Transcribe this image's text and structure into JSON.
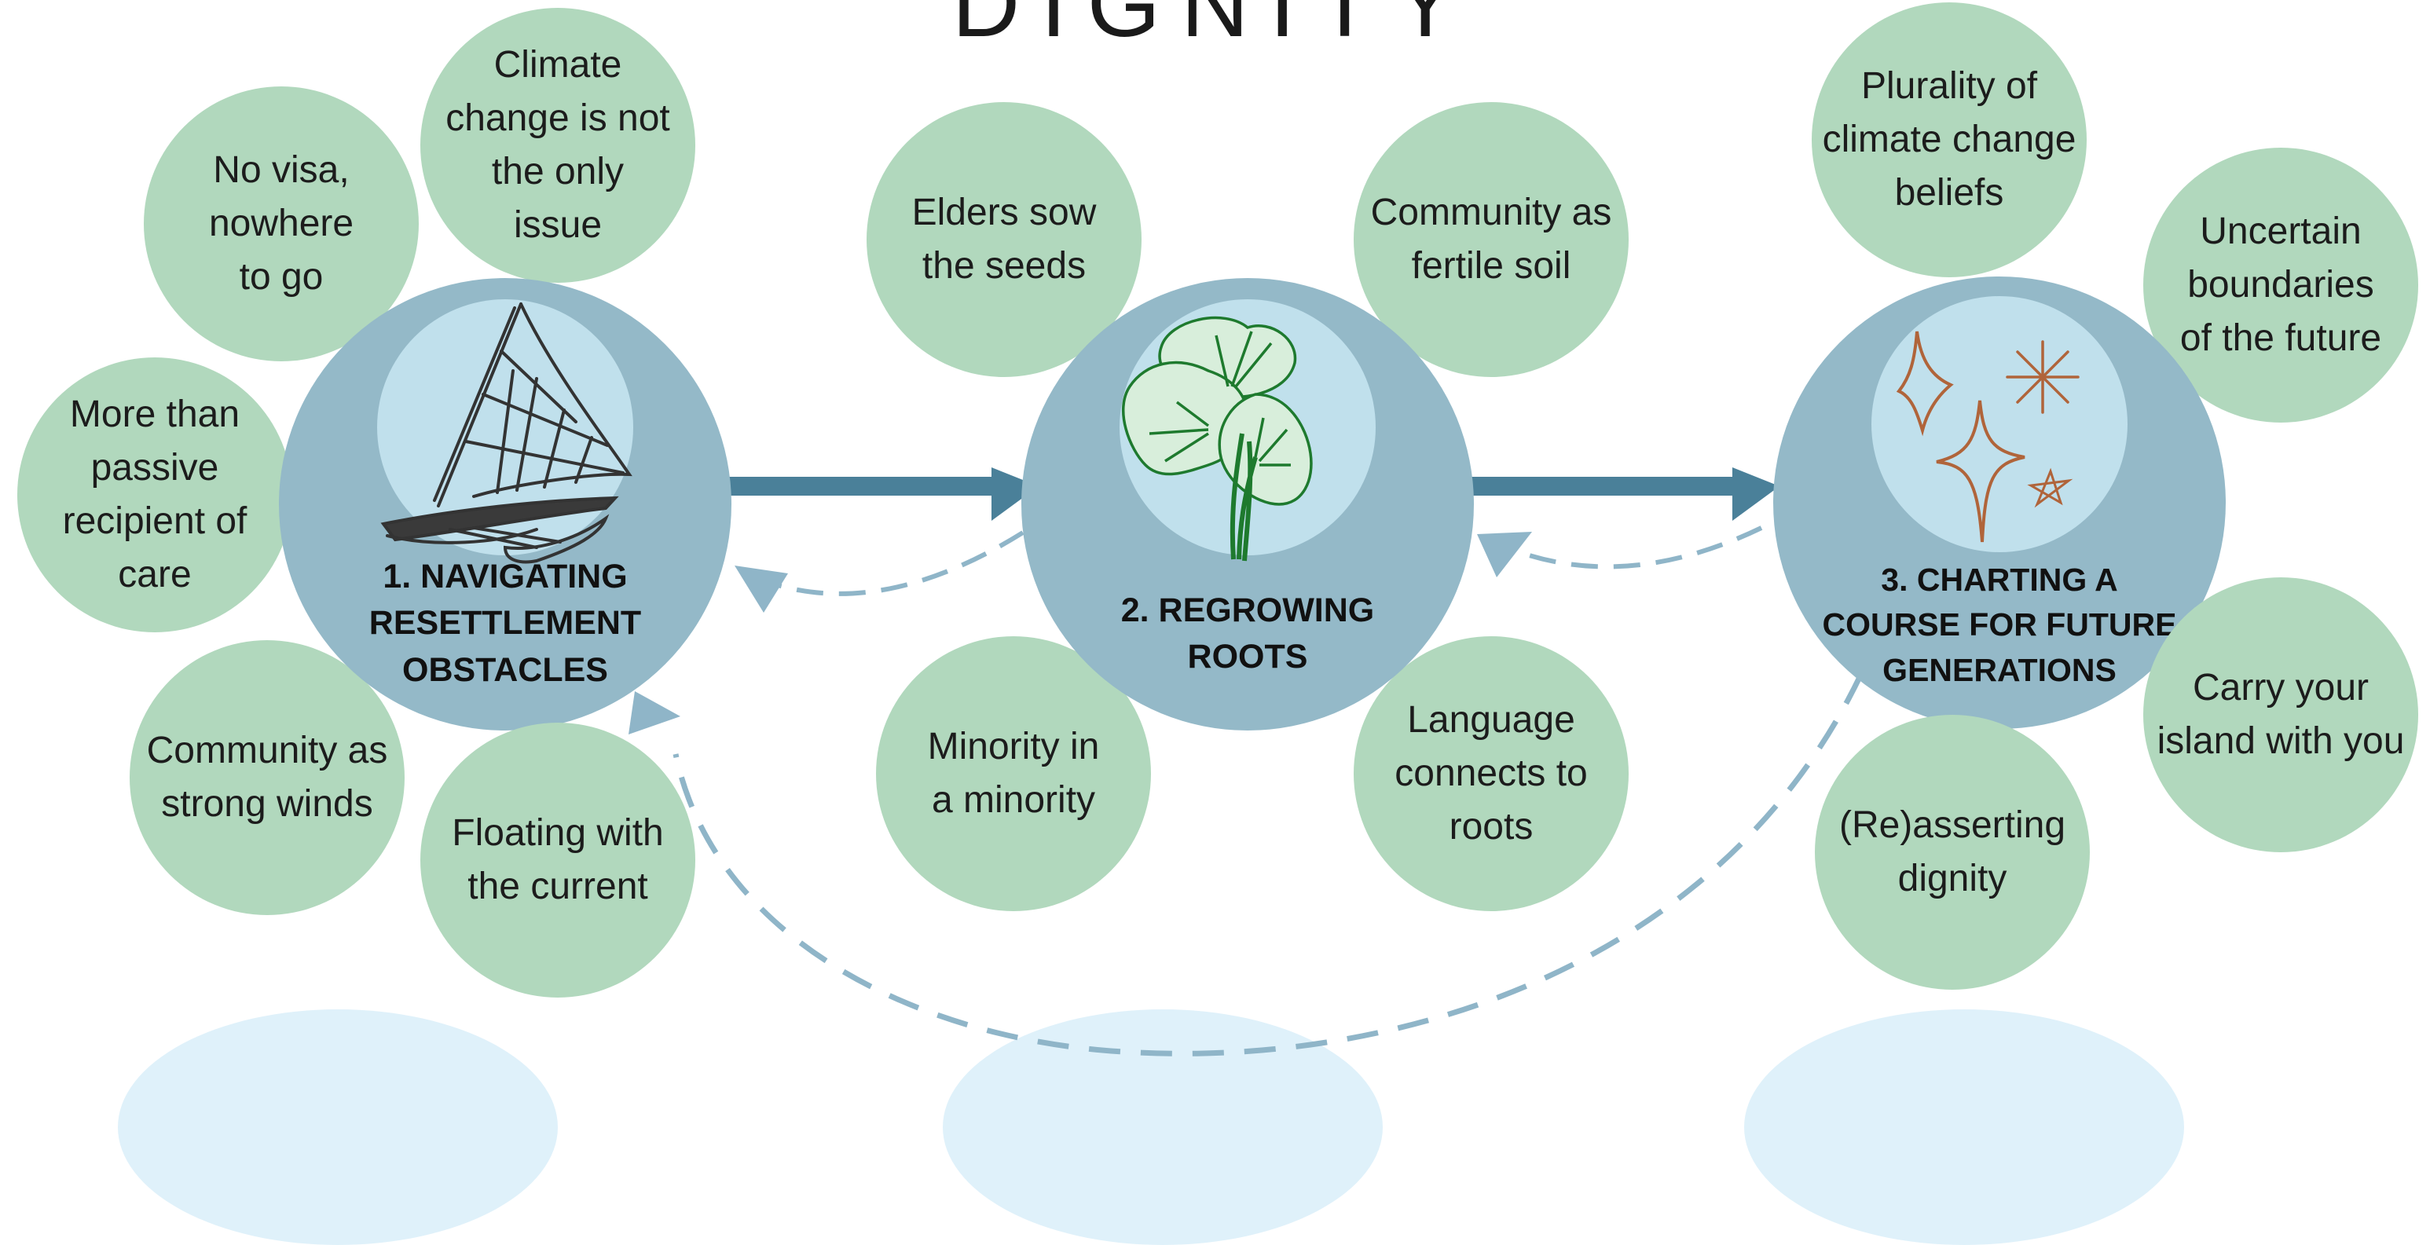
{
  "title": "DIGNITY",
  "colors": {
    "theme_bubble": "#b1d8bd",
    "stage_outer": "#94b9c8",
    "stage_inner": "#c0e0ec",
    "arrow_solid": "#4a8099",
    "arrow_dashed": "#8fb5c8",
    "star_color": "#b0643a",
    "leaf_color": "#1e7a2e"
  },
  "stages": [
    {
      "label": "1. NAVIGATING\nRESETTLEMENT\nOBSTACLES",
      "icon": "canoe-icon"
    },
    {
      "label": "2. REGROWING\nROOTS",
      "icon": "taro-leaf-icon"
    },
    {
      "label": "3. CHARTING A\nCOURSE FOR FUTURE\nGENERATIONS",
      "icon": "stars-icon"
    }
  ],
  "themes": {
    "stage1": [
      "No visa,\nnowhere\nto go",
      "Climate\nchange is not\nthe only\nissue",
      "More than\npassive\nrecipient of\ncare",
      "Community as\nstrong winds",
      "Floating with\nthe current"
    ],
    "stage2": [
      "Elders sow\nthe seeds",
      "Community as\nfertile soil",
      "Minority in\na minority",
      "Language\nconnects to\nroots"
    ],
    "stage3": [
      "Plurality of\nclimate change\nbeliefs",
      "Uncertain\nboundaries\nof the future",
      "Carry your\nisland with you",
      "(Re)asserting\ndignity"
    ]
  }
}
